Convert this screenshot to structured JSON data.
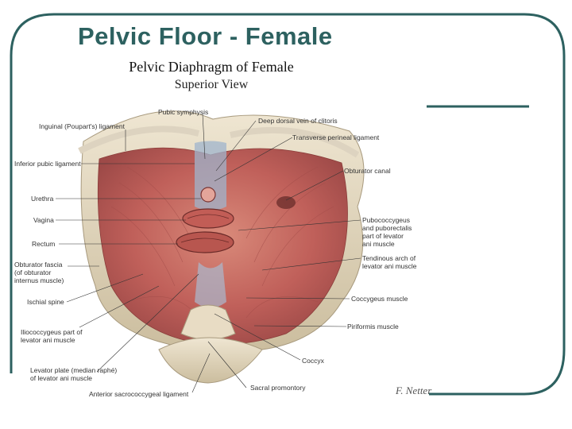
{
  "slide": {
    "title": "Pelvic Floor - Female",
    "accent_color": "#2d6160"
  },
  "figure": {
    "title": "Pelvic Diaphragm of Female",
    "subtitle": "Superior View",
    "signature": "F. Netter"
  },
  "labels": {
    "pubic_symphysis": "Pubic symphysis",
    "deep_dorsal_vein": "Deep dorsal vein of clitoris",
    "inguinal_ligament": "Inguinal (Poupart's) ligament",
    "transverse_perineal": "Transverse perineal ligament",
    "inferior_pubic": "Inferior pubic ligament",
    "obturator_canal": "Obturator canal",
    "urethra": "Urethra",
    "vagina": "Vagina",
    "pubococcygeus": [
      "Pubococcygeus",
      "and puborectalis",
      "part of levator",
      "ani muscle"
    ],
    "rectum": "Rectum",
    "tendinous_arch": [
      "Tendinous arch of",
      "levator ani muscle"
    ],
    "obturator_fascia": [
      "Obturator fascia",
      "(of obturator",
      "internus muscle)"
    ],
    "ischial_spine": "Ischial spine",
    "coccygeus": "Coccygeus muscle",
    "iliococcygeus": [
      "Iliococcygeus part of",
      "levator ani muscle"
    ],
    "piriformis": "Piriformis muscle",
    "coccyx": "Coccyx",
    "levator_plate": [
      "Levator plate (median raphé)",
      "of levator ani muscle"
    ],
    "sacral_promontory": "Sacral promontory",
    "anterior_sacrococcygeal": "Anterior sacrococcygeal ligament"
  }
}
